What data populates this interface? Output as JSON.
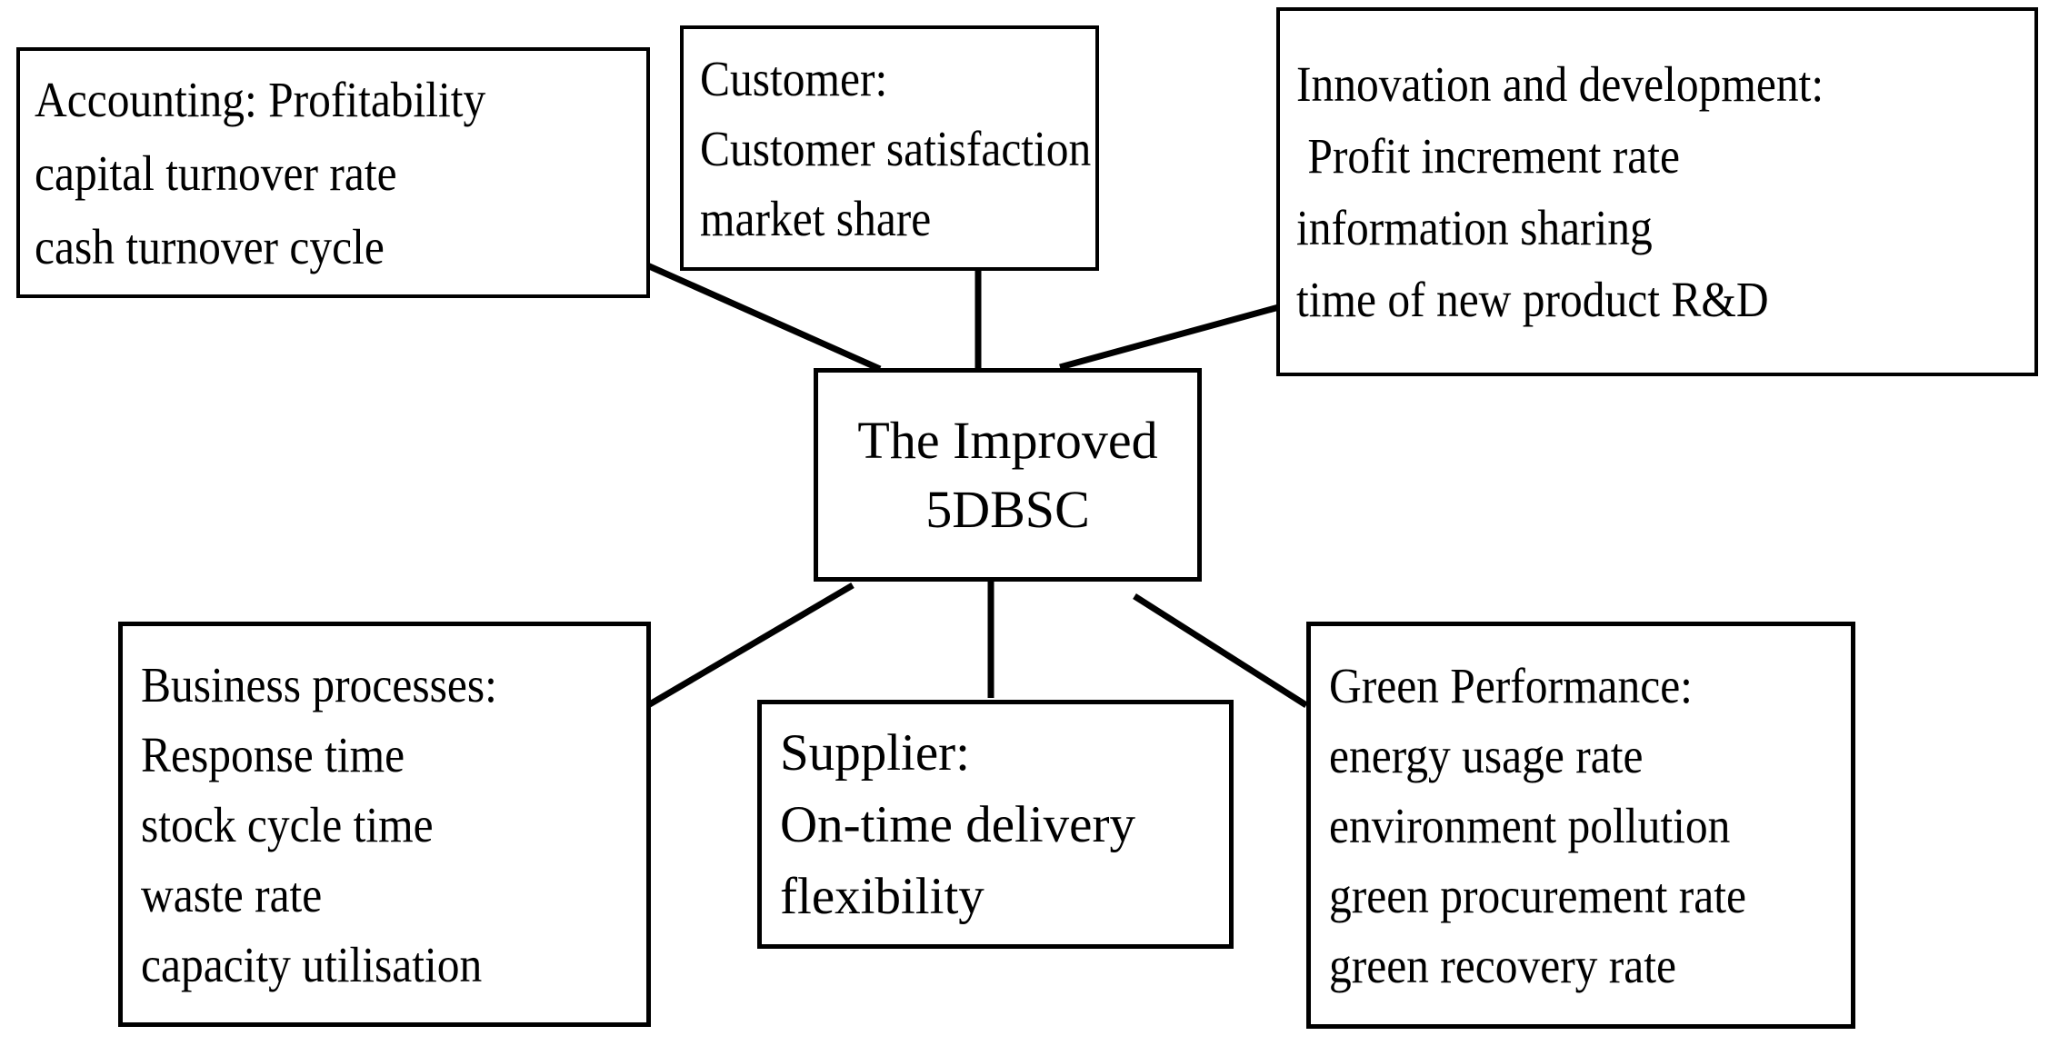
{
  "diagram": {
    "title_node": {
      "id": "center",
      "lines": [
        "The Improved",
        "5DBSC"
      ]
    },
    "perspectives": [
      {
        "id": "accounting",
        "heading": "Accounting: Profitability",
        "lines": [
          "Accounting: Profitability",
          "capital turnover rate",
          "cash turnover cycle"
        ]
      },
      {
        "id": "customer",
        "heading": "Customer:",
        "lines": [
          "Customer:",
          "Customer satisfaction",
          "market share"
        ]
      },
      {
        "id": "innovation",
        "heading": "Innovation and development:",
        "lines": [
          "Innovation and development:",
          " Profit increment rate",
          "information sharing",
          "time of new product R&D"
        ]
      },
      {
        "id": "business-processes",
        "heading": "Business processes:",
        "lines": [
          "Business processes:",
          "Response time",
          "stock cycle time",
          "waste rate",
          "capacity utilisation"
        ]
      },
      {
        "id": "supplier",
        "heading": "Supplier:",
        "lines": [
          "Supplier:",
          "On-time delivery",
          "flexibility"
        ]
      },
      {
        "id": "green-performance",
        "heading": "Green Performance:",
        "lines": [
          "Green Performance:",
          "energy usage rate",
          "environment pollution",
          "green procurement rate",
          "green recovery rate"
        ]
      }
    ],
    "colors": {
      "background": "#ffffff",
      "stroke": "#000000",
      "text": "#000000"
    }
  }
}
